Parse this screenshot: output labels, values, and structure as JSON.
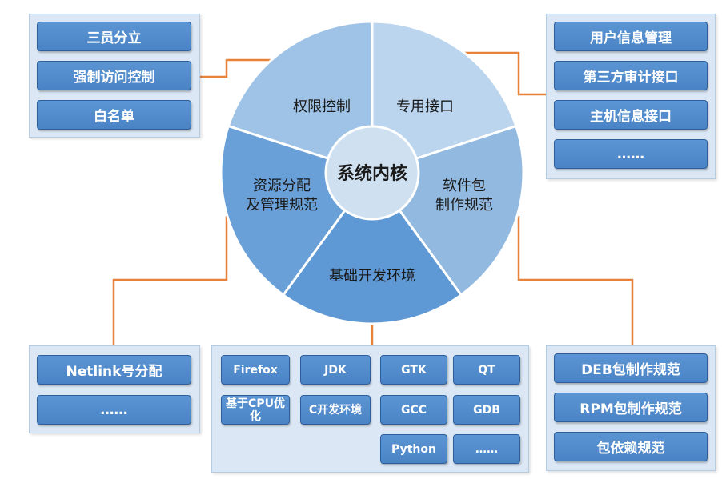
{
  "core": "系统内核",
  "segments": [
    {
      "label_lines": [
        "权限控制"
      ],
      "color": "#9ec3e6"
    },
    {
      "label_lines": [
        "专用接口"
      ],
      "color": "#bcd5ee"
    },
    {
      "label_lines": [
        "软件包",
        "制作规范"
      ],
      "color": "#92b9e0"
    },
    {
      "label_lines": [
        "基础开发环境"
      ],
      "color": "#5e99d5"
    },
    {
      "label_lines": [
        "资源分配",
        "及管理规范"
      ],
      "color": "#6aa0d8"
    }
  ],
  "panels": {
    "permission": {
      "items": [
        "三员分立",
        "强制访问控制",
        "白名单"
      ]
    },
    "interface": {
      "items": [
        "用户信息管理",
        "第三方审计接口",
        "主机信息接口",
        "……"
      ]
    },
    "resource": {
      "items": [
        "Netlink号分配",
        "……"
      ]
    },
    "devenv": {
      "items": [
        "Firefox",
        "JDK",
        "GTK",
        "QT",
        "基于CPU优化",
        "C开发环境",
        "GCC",
        "GDB",
        "Python",
        "……"
      ]
    },
    "package": {
      "items": [
        "DEB包制作规范",
        "RPM包制作规范",
        "包依赖规范"
      ]
    }
  },
  "colors": {
    "connector": "#e8813a",
    "core_fill": "#cfe0f1"
  }
}
